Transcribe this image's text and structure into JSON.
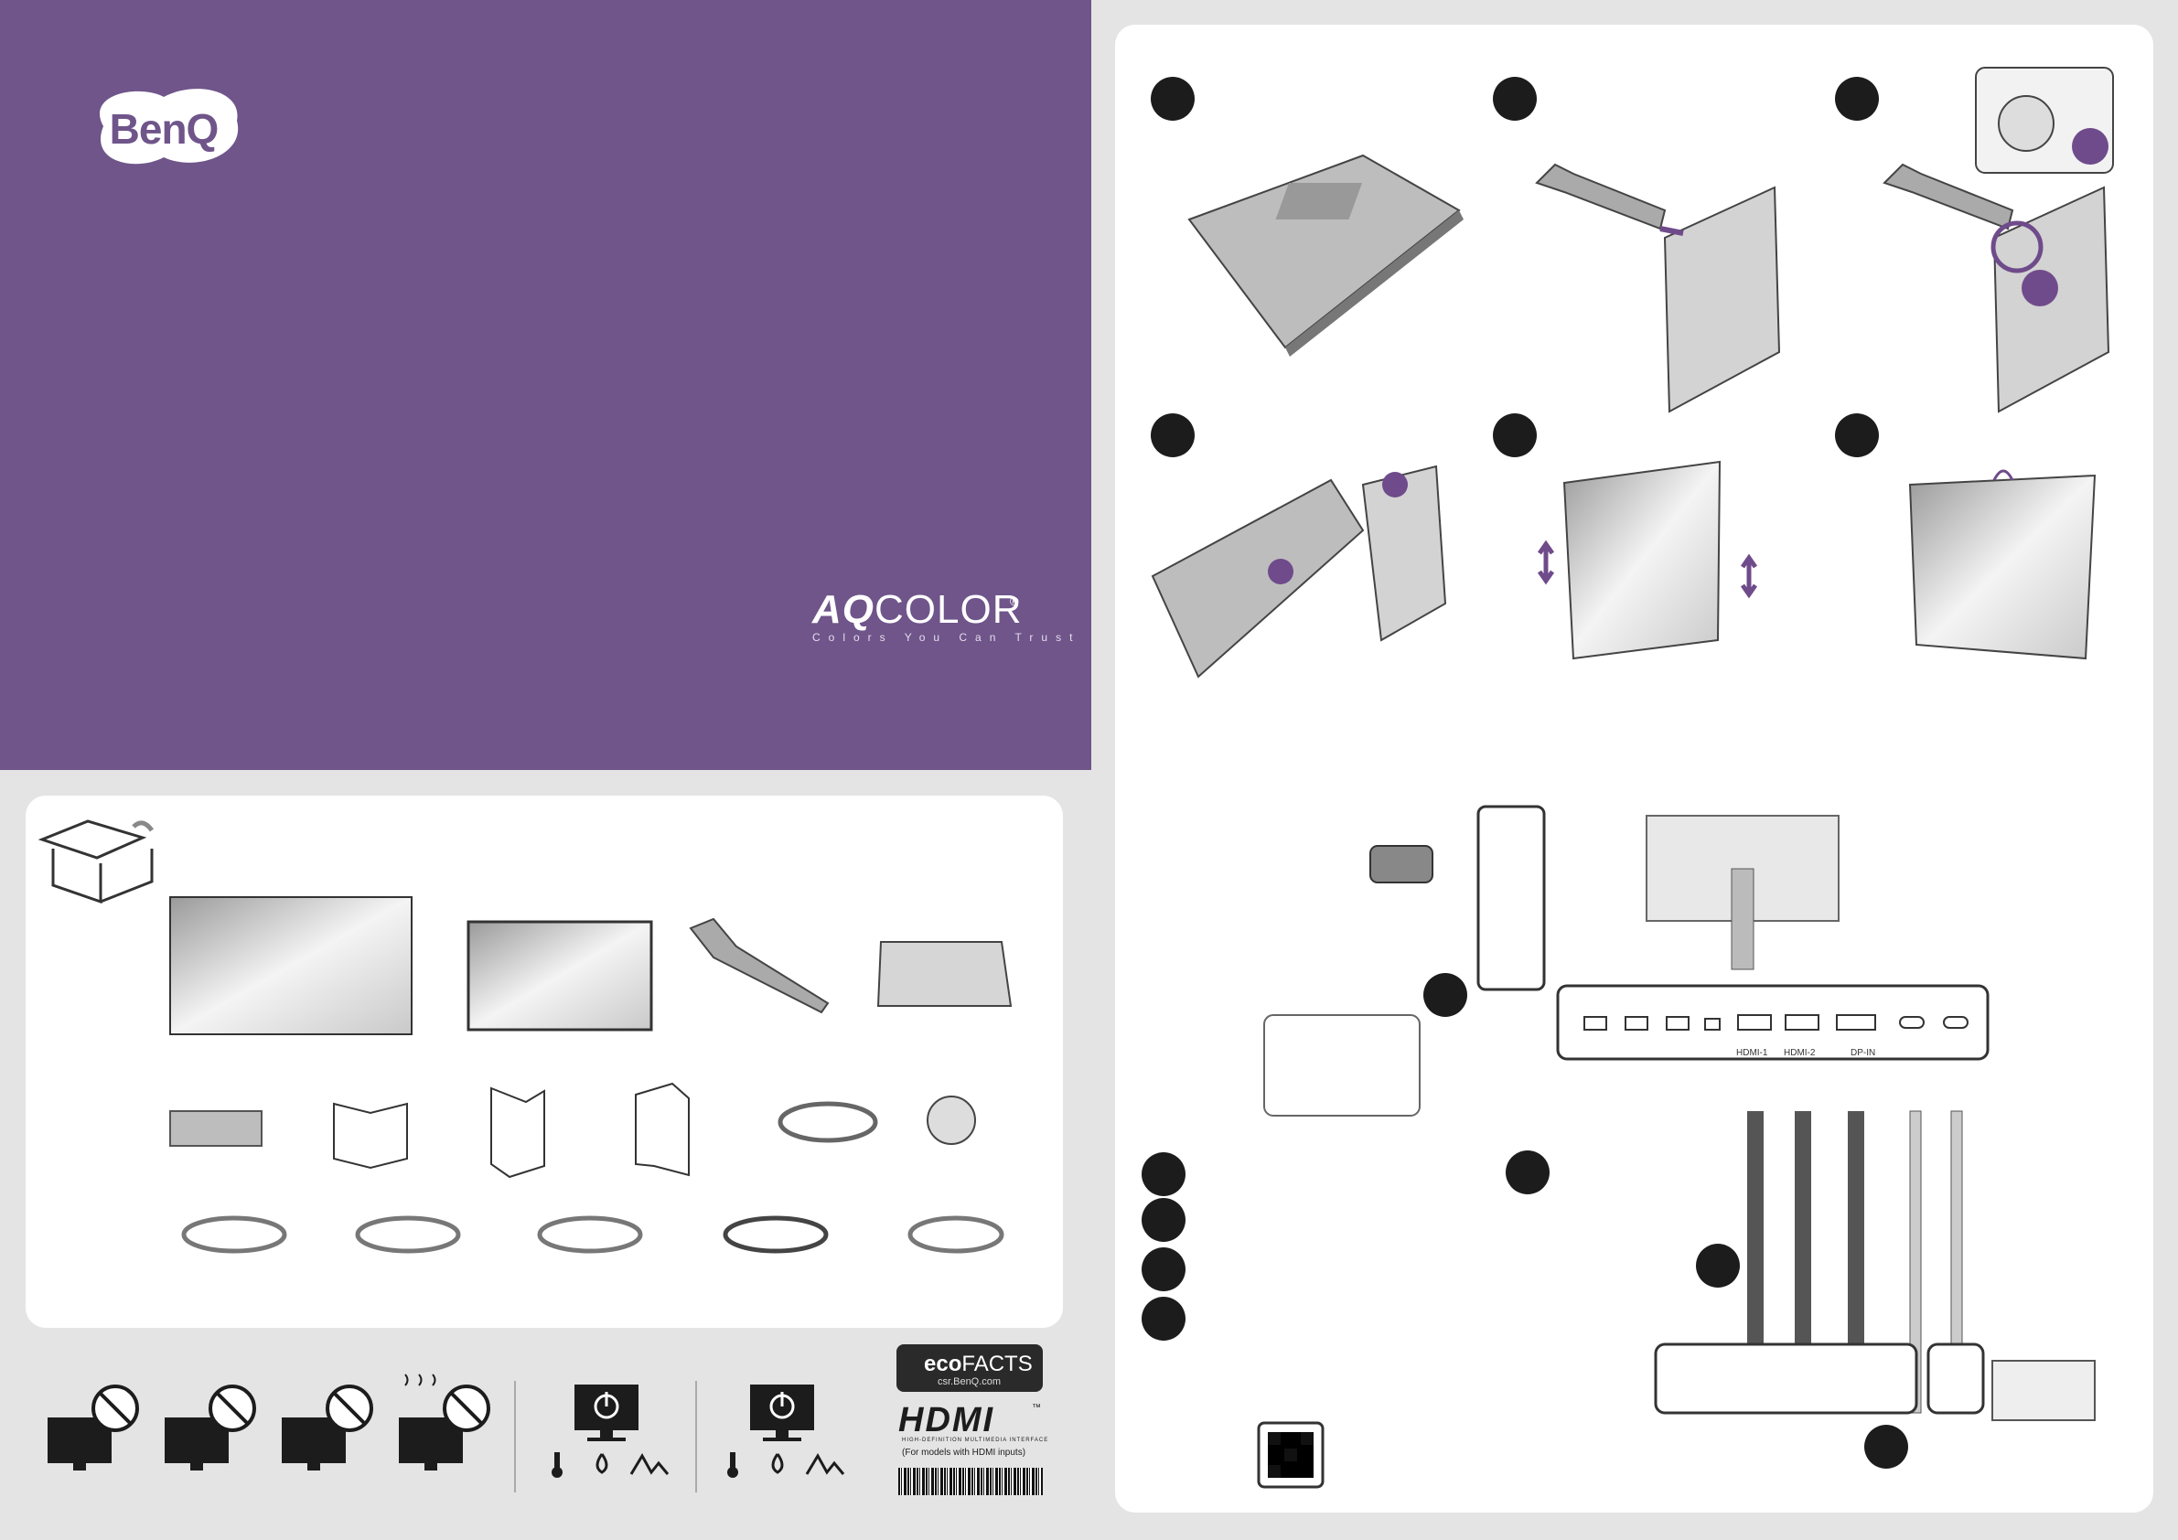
{
  "brand": {
    "logo_text": "BenQ",
    "brand_color": "#6f558a"
  },
  "aqcolor": {
    "wordmark_bold": "AQ",
    "wordmark_light": "COLOR",
    "registered": "®",
    "tagline": "Colors You Can Trust"
  },
  "accent_color": "#6f4b8b",
  "step_color": "#1c1c1c",
  "ports": {
    "bottom_labels": [
      "HDMI-1",
      "HDMI-2",
      "DP-IN"
    ]
  },
  "eco": {
    "title_bold": "eco",
    "title_light": "FACTS",
    "url": "csr.BenQ.com"
  },
  "hdmi": {
    "logo": "HDMI",
    "tm": "™",
    "subtitle": "HIGH-DEFINITION MULTIMEDIA INTERFACE",
    "note": "(For models with HDMI inputs)"
  },
  "icons": {
    "box": "open-box-icon",
    "no_water": "no-water-icon",
    "no_fire": "no-fire-icon",
    "no_tools": "no-tools-icon",
    "no_heat": "no-heat-icon",
    "power": "power-icon",
    "temperature": "thermometer-icon",
    "humidity": "droplet-icon",
    "altitude": "mountain-icon",
    "qr": "qr-code-icon"
  }
}
